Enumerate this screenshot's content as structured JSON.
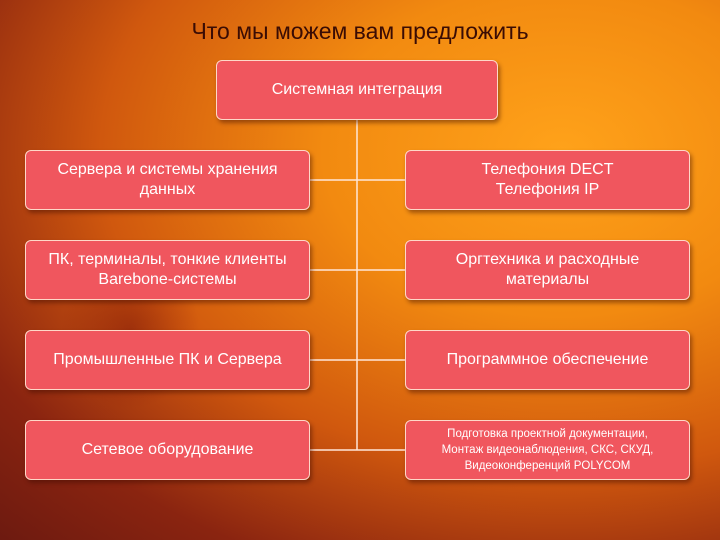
{
  "title": "Что мы можем вам  предложить",
  "root": "Системная интеграция",
  "left": [
    "Сервера и системы хранения\nданных",
    "ПК, терминалы, тонкие клиенты\nBarebone-системы",
    "Промышленные ПК и Сервера",
    "Сетевое оборудование"
  ],
  "right": [
    "Телефония DECT\nТелефония IP",
    "Оргтехника и расходные\nматериалы",
    "Программное обеспечение",
    "Подготовка проектной документации,\nМонтаж видеонаблюдения, СКС, СКУД,\nВидеоконференций POLYCOM"
  ]
}
